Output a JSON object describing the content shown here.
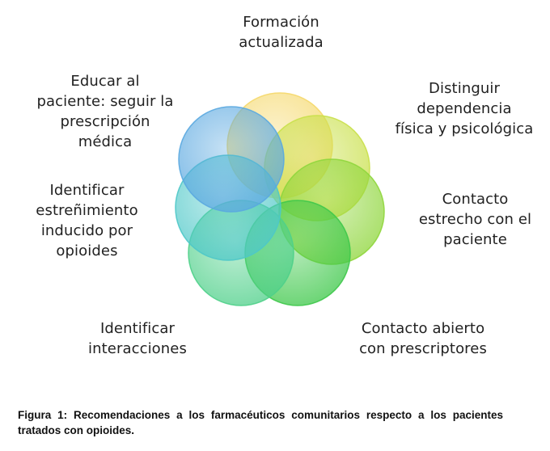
{
  "diagram": {
    "labels": [
      {
        "id": "formacion",
        "lines": [
          "Formación",
          "actualizada"
        ]
      },
      {
        "id": "distinguir",
        "lines": [
          "Distinguir",
          "dependencia",
          "física y psicológica"
        ]
      },
      {
        "id": "contacto-estrecho",
        "lines": [
          "Contacto",
          "estrecho con el",
          "paciente"
        ]
      },
      {
        "id": "contacto-abierto",
        "lines": [
          "Contacto abierto",
          "con prescriptores"
        ]
      },
      {
        "id": "identificar-interacciones",
        "lines": [
          "Identificar",
          "interacciones"
        ]
      },
      {
        "id": "identificar-estrenimiento",
        "lines": [
          "Identificar",
          "estreñimiento",
          "inducido por",
          "opioides"
        ]
      },
      {
        "id": "educar",
        "lines": [
          "Educar al",
          "paciente: seguir la",
          "prescripción",
          "médica"
        ]
      }
    ],
    "circle_colors": [
      "#f5d86a",
      "#c9e04a",
      "#8fd63c",
      "#3ec84a",
      "#4fd08a",
      "#4ec8c8",
      "#5aa8e0"
    ]
  },
  "caption": "Figura 1: Recomendaciones a los farmacéuticos comunitarios respecto a los pacientes tratados con opioides."
}
